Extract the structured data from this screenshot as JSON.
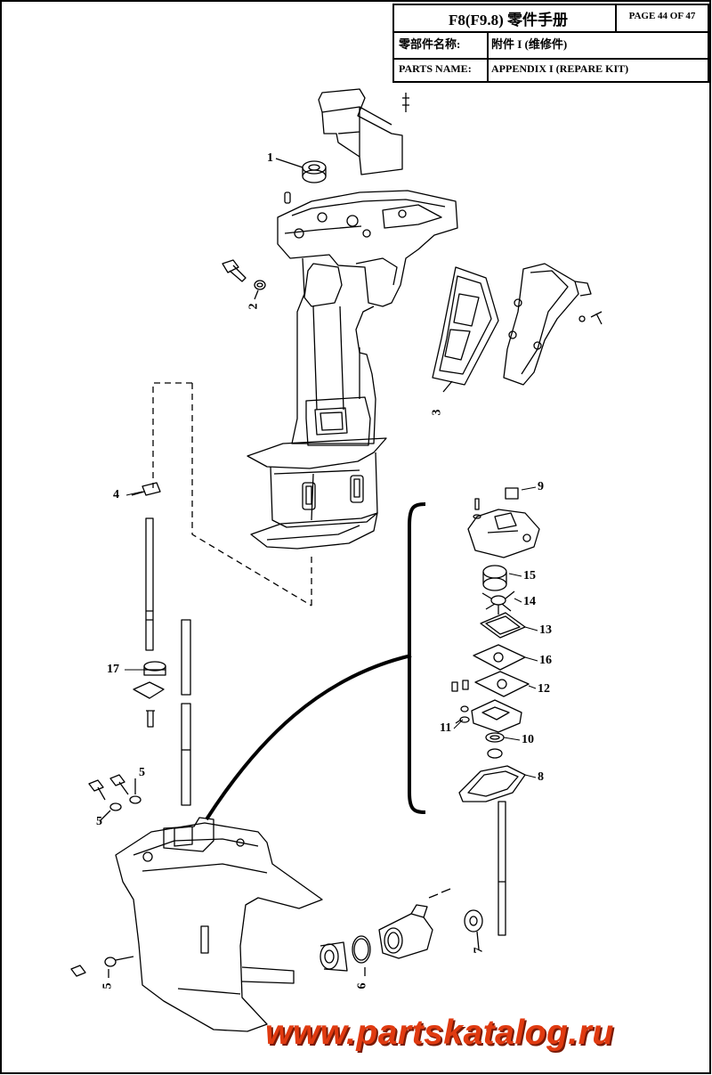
{
  "title_block": {
    "model": "F8(F9.8) 零件手册",
    "page": "PAGE 44 OF 47",
    "cn_name_label": "零部件名称:",
    "cn_name_value": "附件 I (维修件)",
    "en_name_label": "PARTS NAME:",
    "en_name_value": "APPENDIX I (REPARE KIT)"
  },
  "callouts": {
    "c1": "1",
    "c2": "2",
    "c3": "3",
    "c4": "4",
    "c5a": "5",
    "c5b": "5",
    "c5c": "5",
    "c6": "6",
    "c7": "7",
    "c8": "8",
    "c9": "9",
    "c10": "10",
    "c11": "11",
    "c12": "12",
    "c13": "13",
    "c14": "14",
    "c15": "15",
    "c16": "16",
    "c17": "17"
  },
  "watermark": "www.partskatalog.ru"
}
